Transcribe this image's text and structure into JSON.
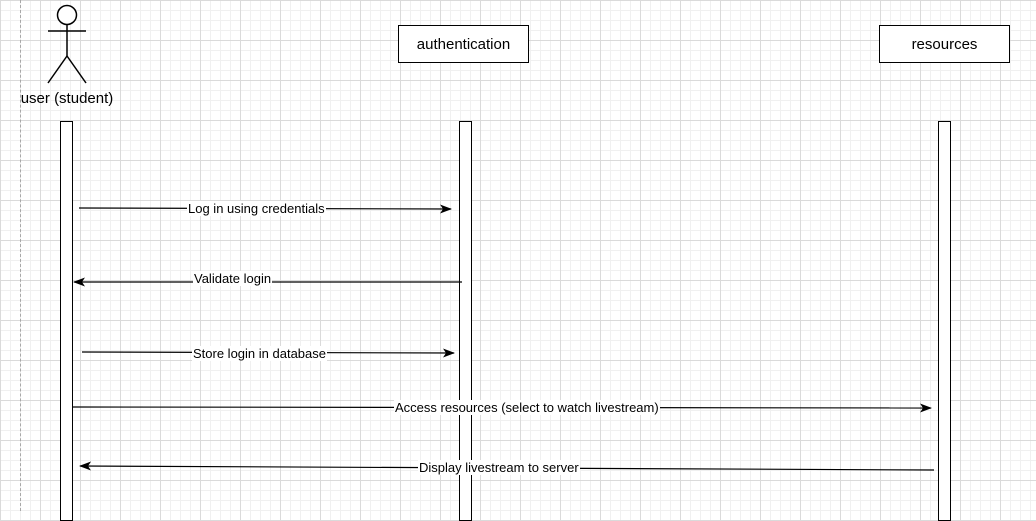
{
  "participants": {
    "actor": {
      "label": "user (student)",
      "icon": "stick-figure-icon"
    },
    "authentication": {
      "label": "authentication"
    },
    "resources": {
      "label": "resources"
    }
  },
  "messages": [
    {
      "label": "Log in using credentials",
      "from": "user (student)",
      "to": "authentication"
    },
    {
      "label": "Validate login",
      "from": "authentication",
      "to": "user (student)"
    },
    {
      "label": "Store login in database",
      "from": "user (student)",
      "to": "authentication"
    },
    {
      "label": "Access resources (select to watch livestream)",
      "from": "user (student)",
      "to": "resources"
    },
    {
      "label": "Display livestream to server",
      "from": "resources",
      "to": "user (student)"
    }
  ]
}
